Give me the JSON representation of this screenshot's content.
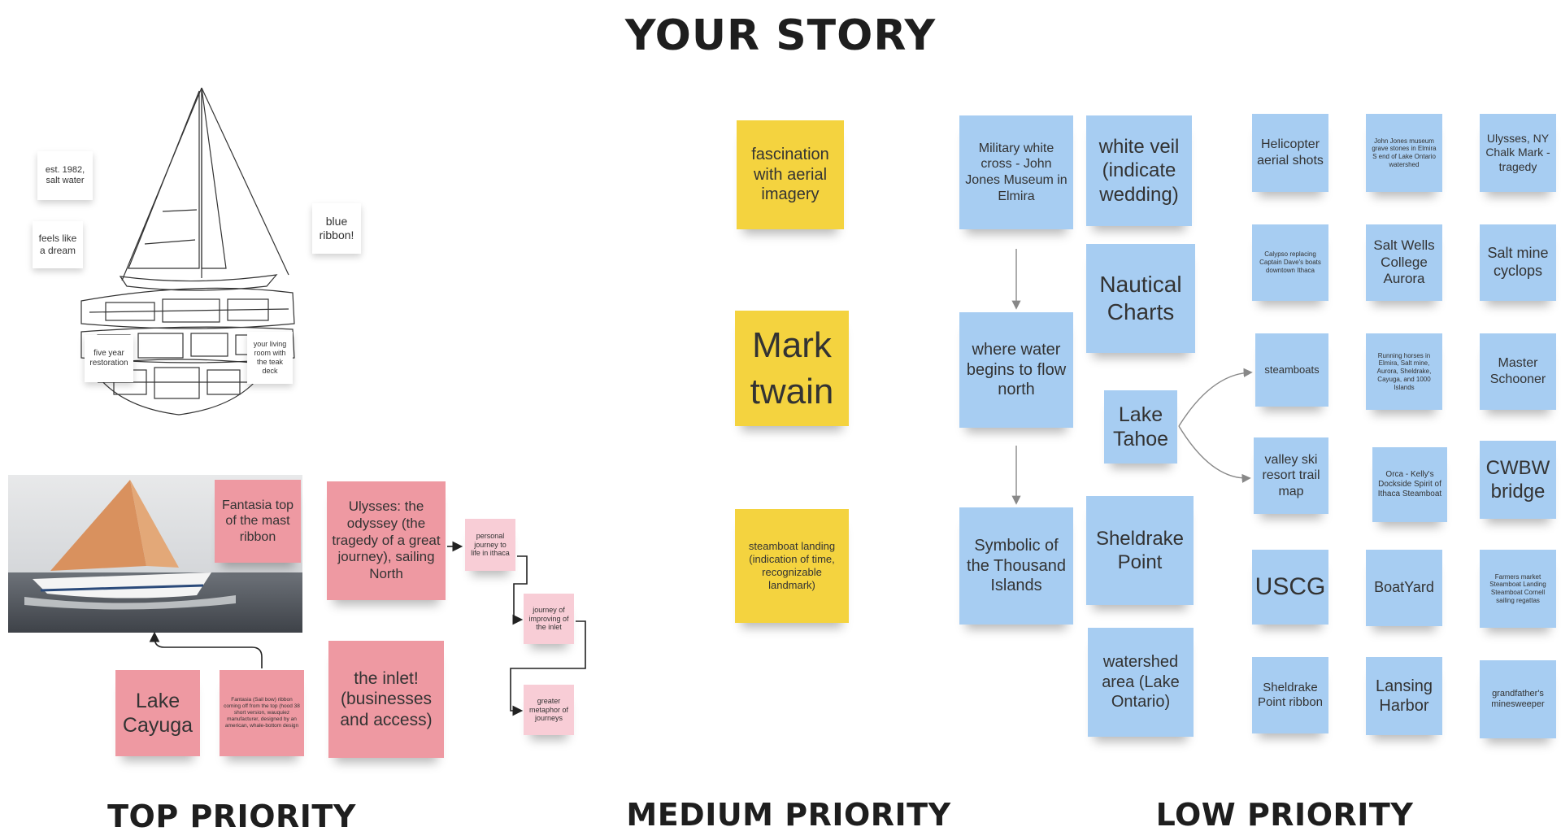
{
  "title": "YOUR STORY",
  "sections": {
    "top": "TOP PRIORITY",
    "medium": "MEDIUM PRIORITY",
    "low": "LOW PRIORITY"
  },
  "colors": {
    "blue_note": "#a7cdf2",
    "yellow_note": "#f4d33f",
    "pink_note": "#ee99a2",
    "light_pink_note": "#f8cdd6"
  },
  "boat_notes": {
    "est": "est. 1982, salt water",
    "dream": "feels like a dream",
    "ribbon": "blue ribbon!",
    "restoration": "five year restoration",
    "living": "your living room with the teak deck"
  },
  "top_notes": {
    "fantasia": "Fantasia top of the mast ribbon",
    "ulysses": "Ulysses: the odyssey (the tragedy of a great journey), sailing North",
    "personal": "personal journey to life in ithaca",
    "improving": "journey of improving of the inlet",
    "greater": "greater metaphor of journeys",
    "inlet": "the inlet! (businesses and access)",
    "lake_cayuga": "Lake Cayuga",
    "sail_bow": "Fantasia (Sail bow) ribbon coming off from the top (hood 38 short version, wauquiez manufacturer, designed by an american, whale-bottom design"
  },
  "medium_notes": {
    "aerial": "fascination with aerial imagery",
    "twain": "Mark twain",
    "steamboat": "steamboat landing (indication of time, recognizable landmark)"
  },
  "low_notes": {
    "military": "Military white cross - John Jones Museum in Elmira",
    "veil": "white veil (indicate wedding)",
    "nautical": "Nautical Charts",
    "water_north": "where water begins to flow north",
    "tahoe": "Lake Tahoe",
    "symbolic": "Symbolic of the Thousand Islands",
    "sheldrake": "Sheldrake Point",
    "watershed_area": "watershed area (Lake Ontario)",
    "helicopter": "Helicopter aerial shots",
    "john_jones": "John Jones museum grave stones in Elmira S end of Lake Ontario watershed",
    "ulysses_ny": "Ulysses, NY Chalk Mark - tragedy",
    "calypso": "Calypso replacing Captain Dave's boats downtown Ithaca",
    "salt_wells": "Salt Wells College Aurora",
    "salt_mine": "Salt mine cyclops",
    "steamboats": "steamboats",
    "running_horses": "Running horses in Elmira, Salt mine, Aurora, Sheldrake, Cayuga, and 1000 Islands",
    "master": "Master Schooner",
    "valley_ski": "valley ski resort trail map",
    "orca": "Orca - Kelly's Dockside Spirit of Ithaca Steamboat",
    "cwbw": "CWBW bridge",
    "uscg": "USCG",
    "boatyard": "BoatYard",
    "farmers": "Farmers market Steamboat Landing Steamboat Cornell sailing regattas",
    "sheldrake_ribbon": "Sheldrake Point ribbon",
    "lansing": "Lansing Harbor",
    "grandfather": "grandfather's minesweeper"
  }
}
